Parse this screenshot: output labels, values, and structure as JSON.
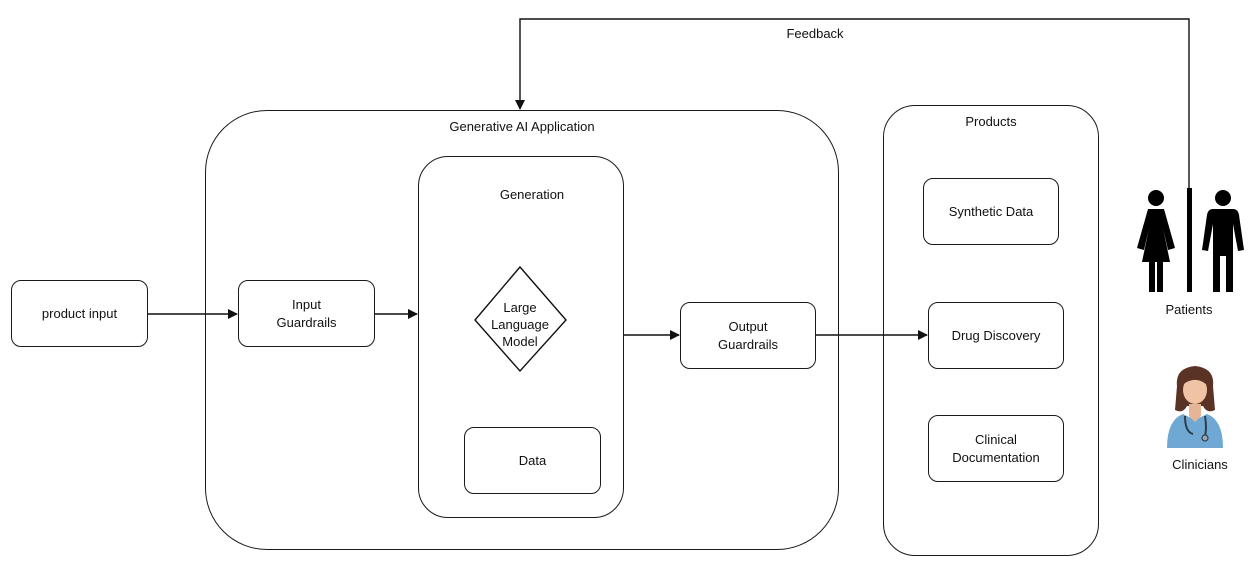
{
  "feedback_label": "Feedback",
  "generative_app": {
    "title": "Generative AI Application",
    "generation": {
      "title": "Generation",
      "model": "Large\nLanguage\nModel",
      "data": "Data"
    },
    "input_guardrails": "Input\nGuardrails",
    "output_guardrails": "Output\nGuardrails"
  },
  "product_input": "product input",
  "products": {
    "title": "Products",
    "items": [
      "Synthetic Data",
      "Drug Discovery",
      "Clinical\nDocumentation"
    ]
  },
  "users": {
    "patients": "Patients",
    "clinicians": "Clinicians"
  },
  "icons": [
    "patients-icon",
    "clinician-icon"
  ]
}
